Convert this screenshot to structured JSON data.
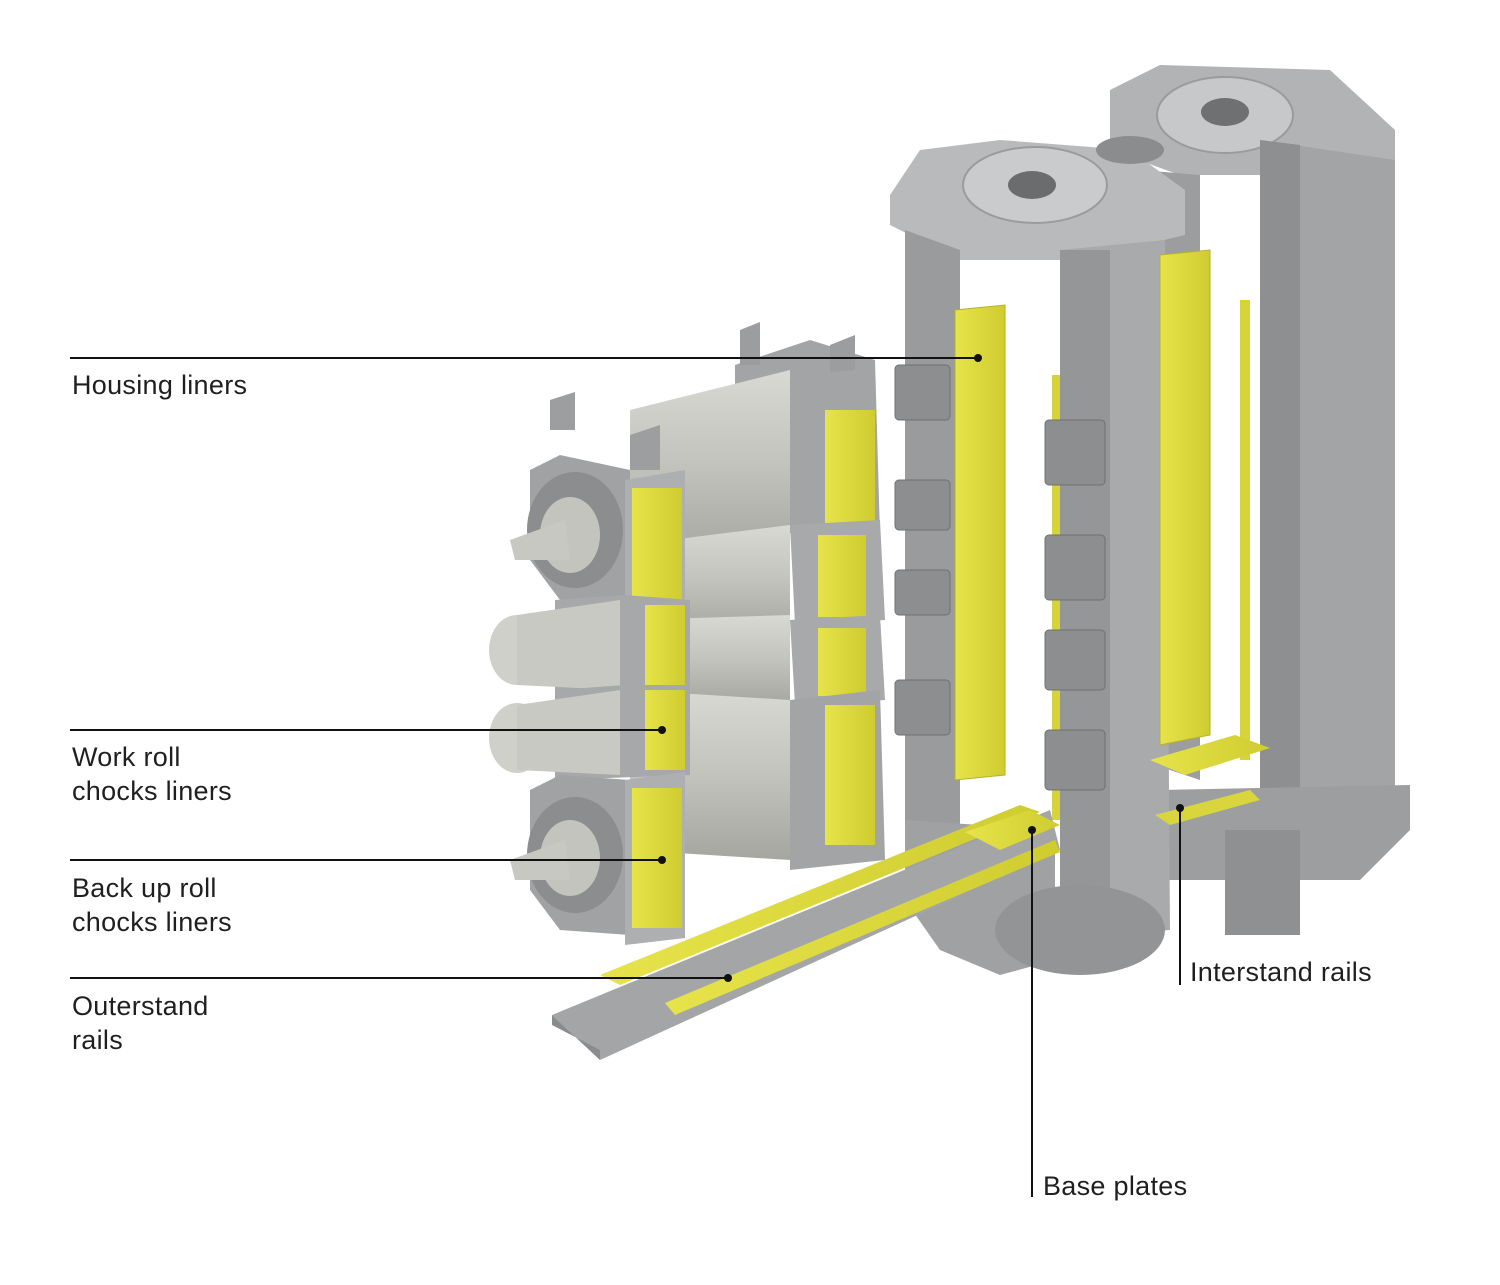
{
  "callouts": {
    "housing_liners": {
      "label": "Housing liners"
    },
    "work_roll_chocks_liners": {
      "line1": "Work roll",
      "line2": "chocks liners"
    },
    "back_up_roll_chocks_liners": {
      "line1": "Back up roll",
      "line2": "chocks liners"
    },
    "outerstand_rails": {
      "line1": "Outerstand",
      "line2": "rails"
    },
    "interstand_rails": {
      "label": "Interstand rails"
    },
    "base_plates": {
      "label": "Base plates"
    }
  },
  "colors": {
    "steel_light": "#c9cacb",
    "steel_mid": "#a9aaab",
    "steel_dark": "#8c8d8e",
    "roll_body": "#c6c6c0",
    "liner_yellow": "#e0df3e",
    "liner_yellow_dark": "#c8c52e"
  },
  "icons": [
    "rolling-mill-stand-illustration"
  ]
}
